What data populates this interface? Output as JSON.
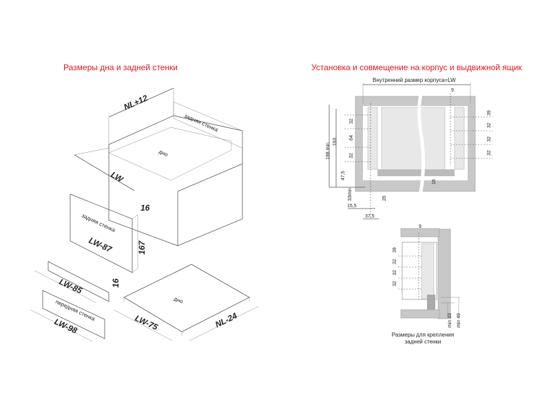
{
  "left": {
    "heading": "Размеры дна и задней стенки",
    "labels": {
      "nl_plus_12": "NL+12",
      "back_wall_top": "задняя стенка",
      "bottom_top": "дно",
      "lw": "LW",
      "thickness_back": "16",
      "back_wall_panel": "задняя стенка",
      "lw_87": "LW-87",
      "height_167": "167",
      "lw_85": "LW-85",
      "thickness_front": "16",
      "front_wall": "передняя стенка",
      "lw_98": "LW-98",
      "bottom_panel": "дно",
      "lw_75": "LW-75",
      "nl_24": "NL-24"
    }
  },
  "right": {
    "heading": "Установка и совмещение на корпус и выдвижной ящик",
    "top": {
      "inner_size": "Внутренний размер корпуса=LW",
      "d9": "9",
      "d198": "198 min",
      "d193": "193",
      "l32a": "32",
      "l64": "64",
      "l32b": "32",
      "d47_5": "47,5",
      "d33": "33min",
      "d15_5": "15,5",
      "d37_5": "37,5",
      "d26": "26",
      "d16": "16",
      "r39": "39",
      "r32a": "32",
      "r32b": "32",
      "r32c": "32"
    },
    "bottom": {
      "d9": "9",
      "r39": "39",
      "r32a": "32",
      "r32b": "32",
      "r32c": "32",
      "min33": "min 33",
      "min49": "min 49",
      "caption_1": "Размеры для крепления",
      "caption_2": "задней стенки"
    }
  }
}
